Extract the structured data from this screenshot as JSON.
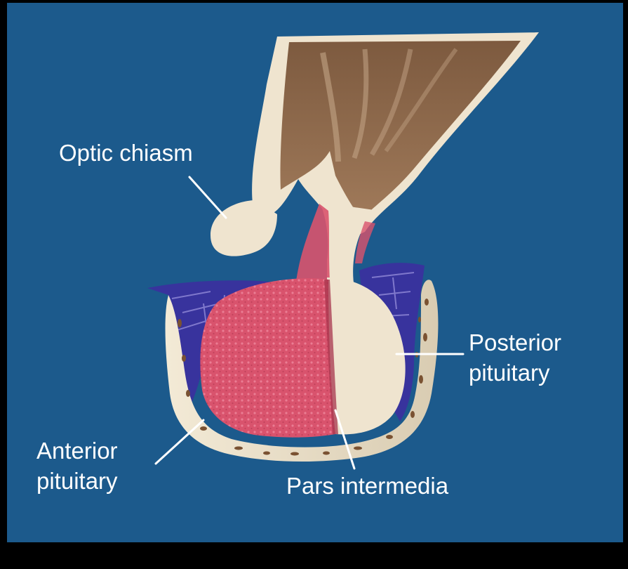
{
  "labels": {
    "optic_chiasm": "Optic chiasm",
    "posterior_pituitary": [
      "Posterior",
      "pituitary"
    ],
    "anterior_pituitary": [
      "Anterior",
      "pituitary"
    ],
    "pars_intermedia": "Pars intermedia"
  },
  "colors": {
    "background": "#1c5a8c",
    "frame": "#000000",
    "neural_tissue": "#efe4cf",
    "brain_interior": "#8a6547",
    "anterior_lobe": "#d9536d",
    "venous_plexus": "#3c2f9e",
    "bone": "#f1e7d2",
    "bone_pores": "#7a5232",
    "leader_lines": "#ffffff",
    "label_text": "#ffffff"
  }
}
